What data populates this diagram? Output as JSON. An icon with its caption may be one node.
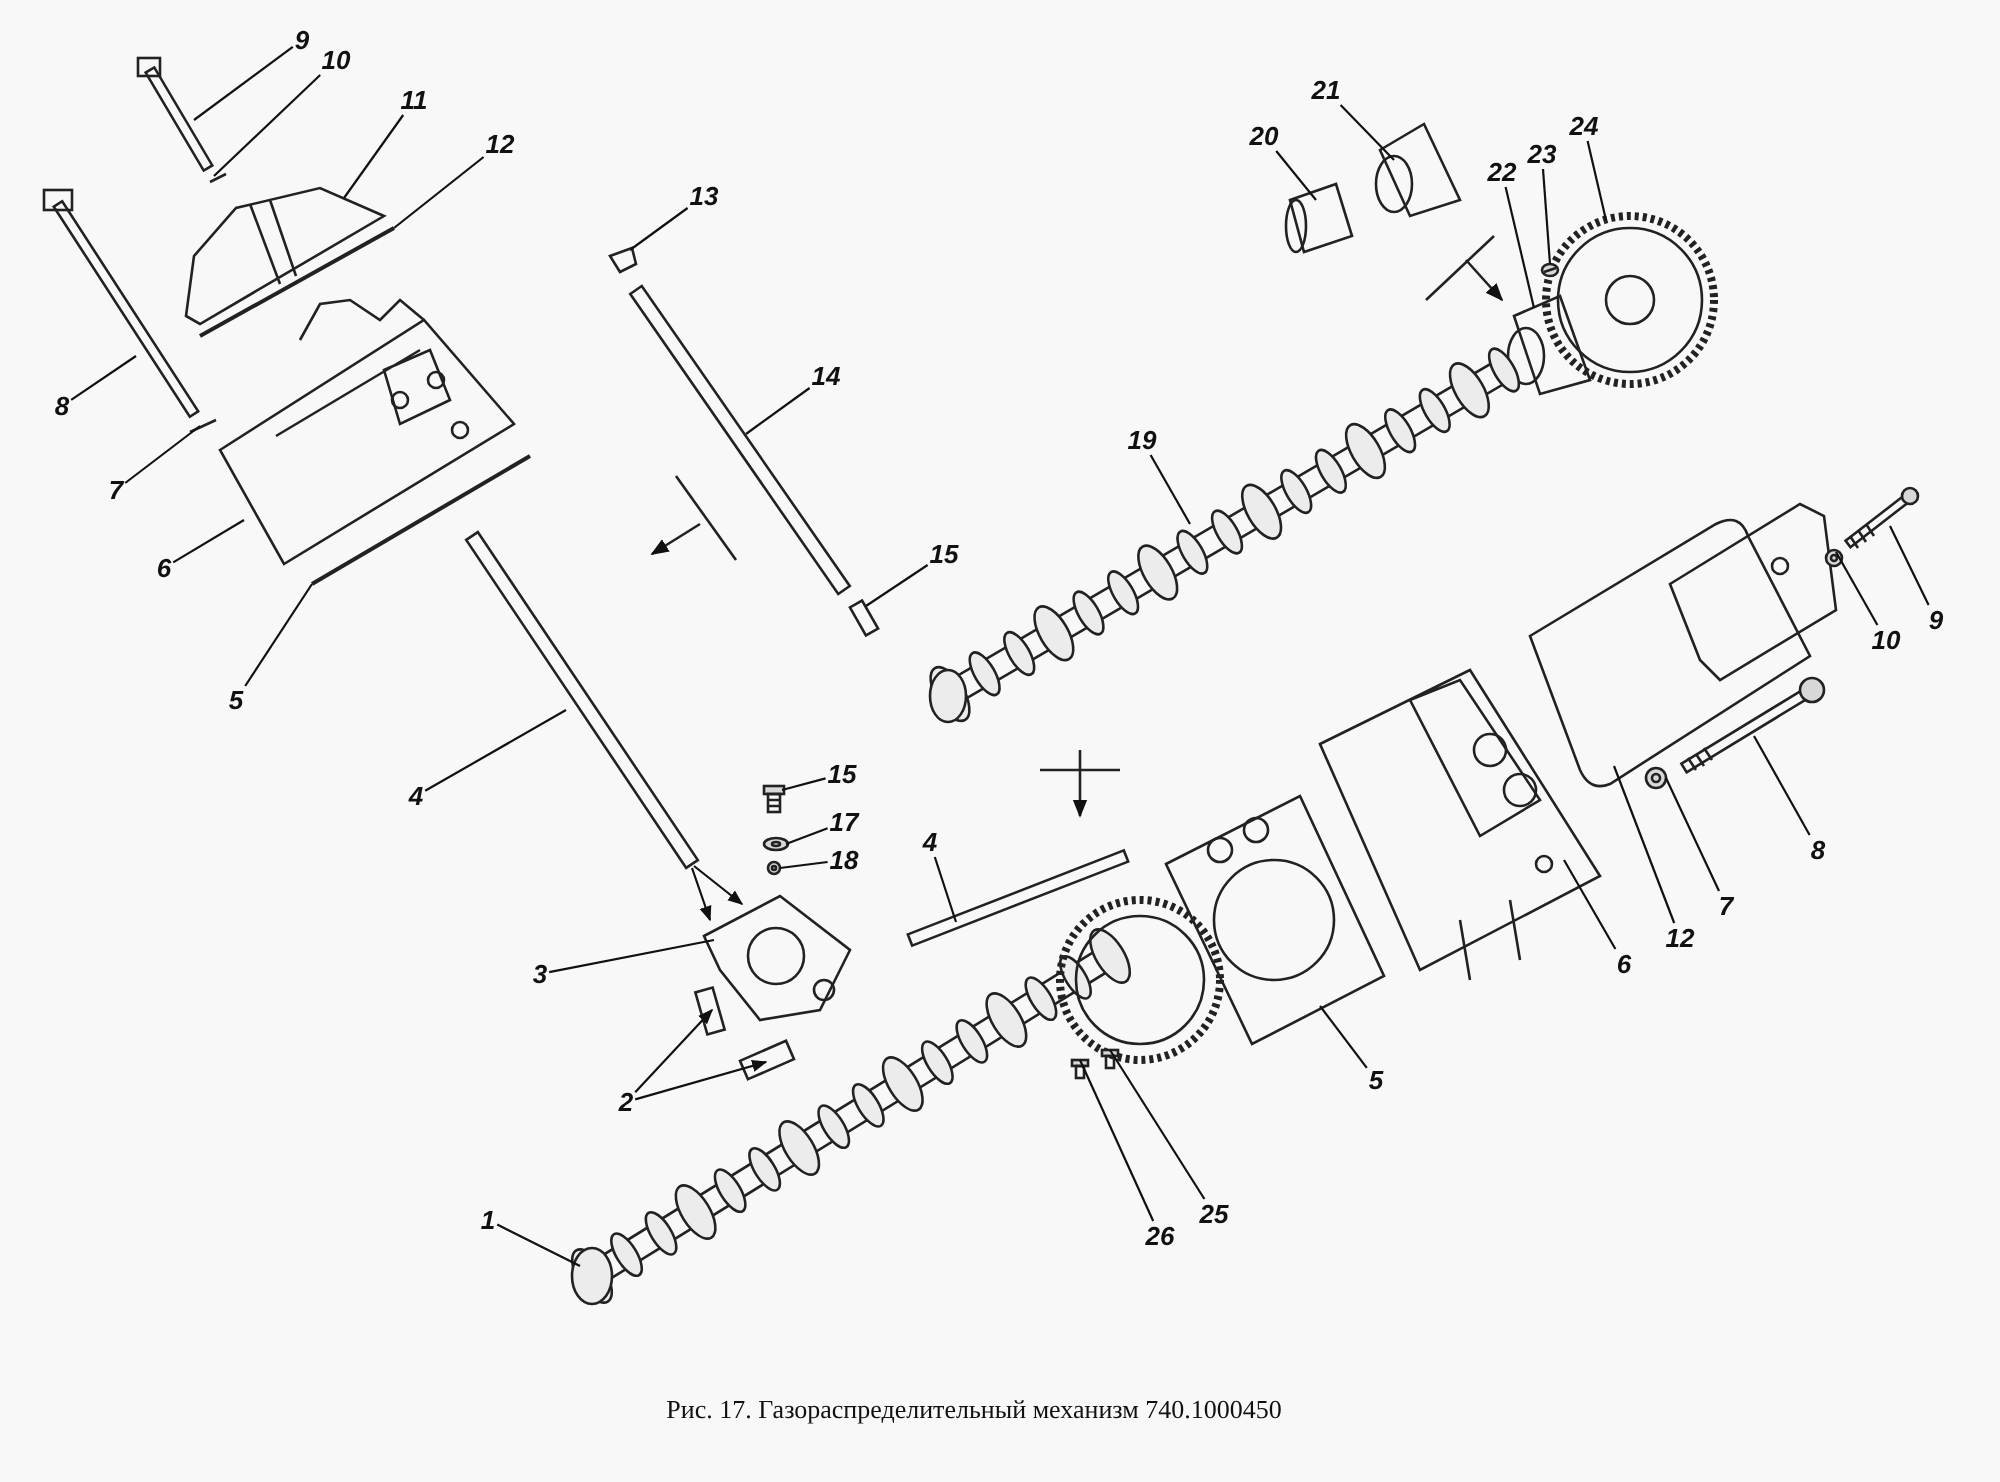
{
  "diagram": {
    "caption": "Рис. 17. Газораспределительный механизм 740.1000450",
    "nodes": [
      {
        "text": [
          "9"
        ]
      },
      {
        "text": [
          "10"
        ]
      },
      {
        "text": [
          "11"
        ]
      },
      {
        "text": [
          "12"
        ]
      },
      {
        "text": [
          "13"
        ]
      },
      {
        "text": [
          "8"
        ]
      },
      {
        "text": [
          "14"
        ]
      },
      {
        "text": [
          "7"
        ]
      },
      {
        "text": [
          "6"
        ]
      },
      {
        "text": [
          "15"
        ]
      },
      {
        "text": [
          "5"
        ]
      },
      {
        "text": [
          "4"
        ]
      },
      {
        "text": [
          "21"
        ]
      },
      {
        "text": [
          "20"
        ]
      },
      {
        "text": [
          "24"
        ]
      },
      {
        "text": [
          "23"
        ]
      },
      {
        "text": [
          "22"
        ]
      },
      {
        "text": [
          "19"
        ]
      },
      {
        "text": [
          "9"
        ]
      },
      {
        "text": [
          "10"
        ]
      },
      {
        "text": [
          "15"
        ]
      },
      {
        "text": [
          "17"
        ]
      },
      {
        "text": [
          "18"
        ]
      },
      {
        "text": [
          "4"
        ]
      },
      {
        "text": [
          "3"
        ]
      },
      {
        "text": [
          "2"
        ]
      },
      {
        "text": [
          "12"
        ]
      },
      {
        "text": [
          "7"
        ]
      },
      {
        "text": [
          "8"
        ]
      },
      {
        "text": [
          "6"
        ]
      },
      {
        "text": [
          "5"
        ]
      },
      {
        "text": [
          "1"
        ]
      },
      {
        "text": [
          "26"
        ]
      },
      {
        "text": [
          "25"
        ]
      },
      {
        "text": [],
        "shape": "picture"
      },
      {
        "text": [],
        "shape": "picture"
      },
      {
        "text": [],
        "shape": "picture"
      },
      {
        "text": [],
        "shape": "picture"
      },
      {
        "text": [],
        "shape": "picture"
      },
      {
        "text": [],
        "shape": "picture"
      },
      {
        "text": [],
        "shape": "picture"
      },
      {
        "text": [],
        "shape": "picture"
      },
      {
        "text": [],
        "shape": "picture"
      },
      {
        "text": [],
        "shape": "picture"
      },
      {
        "text": [],
        "shape": "picture"
      },
      {
        "text": [],
        "shape": "picture"
      },
      {
        "text": [],
        "shape": "picture"
      },
      {
        "text": [],
        "shape": "picture"
      },
      {
        "text": [],
        "shape": "picture"
      },
      {
        "text": [],
        "shape": "picture"
      },
      {
        "text": [],
        "shape": "picture"
      },
      {
        "text": [],
        "shape": "picture"
      },
      {
        "text": [],
        "shape": "picture"
      },
      {
        "text": [],
        "shape": "picture"
      },
      {
        "text": [],
        "shape": "picture"
      },
      {
        "text": [],
        "shape": "picture"
      },
      {
        "text": [],
        "shape": "picture"
      },
      {
        "text": [],
        "shape": "picture"
      },
      {
        "text": [],
        "shape": "picture"
      },
      {
        "text": [],
        "shape": "picture"
      },
      {
        "text": [],
        "shape": "picture"
      },
      {
        "text": [],
        "shape": "picture"
      },
      {
        "text": [],
        "shape": "picture"
      },
      {
        "text": [],
        "shape": "picture"
      },
      {
        "text": [],
        "shape": "picture"
      },
      {
        "text": [],
        "shape": "picture"
      },
      {
        "text": [],
        "shape": "picture"
      },
      {
        "text": [],
        "shape": "picture"
      },
      {
        "text": [],
        "shape": "picture"
      }
    ],
    "edges": [
      {
        "from": 0,
        "to": 34,
        "arrow": "none"
      },
      {
        "from": 1,
        "to": 35,
        "arrow": "none"
      },
      {
        "from": 2,
        "to": 36,
        "arrow": "none"
      },
      {
        "from": 3,
        "to": 37,
        "arrow": "none"
      },
      {
        "from": 4,
        "to": 38,
        "arrow": "none"
      },
      {
        "from": 5,
        "to": 39,
        "arrow": "none"
      },
      {
        "from": 6,
        "to": 40,
        "arrow": "none"
      },
      {
        "from": 7,
        "to": 41,
        "arrow": "none"
      },
      {
        "from": 8,
        "to": 42,
        "arrow": "none"
      },
      {
        "from": 9,
        "to": 43,
        "arrow": "none"
      },
      {
        "from": 10,
        "to": 44,
        "arrow": "none"
      },
      {
        "from": 11,
        "to": 45,
        "arrow": "none"
      },
      {
        "from": 12,
        "to": 46,
        "arrow": "none"
      },
      {
        "from": 13,
        "to": 47,
        "arrow": "none"
      },
      {
        "from": 14,
        "to": 48,
        "arrow": "none"
      },
      {
        "from": 15,
        "to": 49,
        "arrow": "none"
      },
      {
        "from": 16,
        "to": 50,
        "arrow": "none"
      },
      {
        "from": 17,
        "to": 51,
        "arrow": "none"
      },
      {
        "from": 18,
        "to": 52,
        "arrow": "none"
      },
      {
        "from": 19,
        "to": 53,
        "arrow": "none"
      },
      {
        "from": 20,
        "to": 54,
        "arrow": "none"
      },
      {
        "from": 21,
        "to": 55,
        "arrow": "none"
      },
      {
        "from": 22,
        "to": 56,
        "arrow": "none"
      },
      {
        "from": 23,
        "to": 57,
        "arrow": "none"
      },
      {
        "from": 24,
        "to": 58,
        "arrow": "none"
      },
      {
        "from": 25,
        "to": 59,
        "arrow": "to"
      },
      {
        "from": 25,
        "to": 60,
        "arrow": "to"
      },
      {
        "from": 26,
        "to": 61,
        "arrow": "none"
      },
      {
        "from": 27,
        "to": 62,
        "arrow": "none"
      },
      {
        "from": 28,
        "to": 63,
        "arrow": "none"
      },
      {
        "from": 29,
        "to": 64,
        "arrow": "none"
      },
      {
        "from": 30,
        "to": 65,
        "arrow": "none"
      },
      {
        "from": 31,
        "to": 66,
        "arrow": "none"
      },
      {
        "from": 32,
        "to": 67,
        "arrow": "none"
      },
      {
        "from": 33,
        "to": 68,
        "arrow": "none"
      },
      {
        "from": 45,
        "to": 58,
        "arrow": "to"
      },
      {
        "from": 45,
        "to": 58,
        "arrow": "to"
      }
    ]
  }
}
